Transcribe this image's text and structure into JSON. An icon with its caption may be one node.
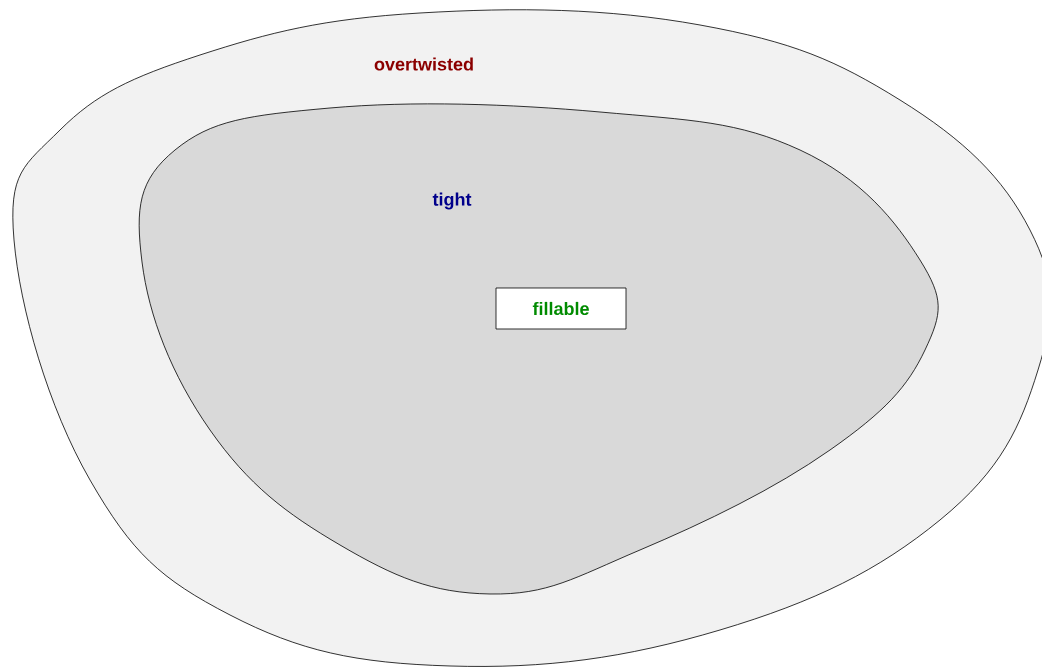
{
  "diagram": {
    "nodes": [
      {
        "text": [
          "overtwisted"
        ]
      },
      {
        "text": [
          "tight"
        ],
        "in": 0
      },
      {
        "text": [
          "fillable"
        ],
        "in": 1
      }
    ]
  }
}
